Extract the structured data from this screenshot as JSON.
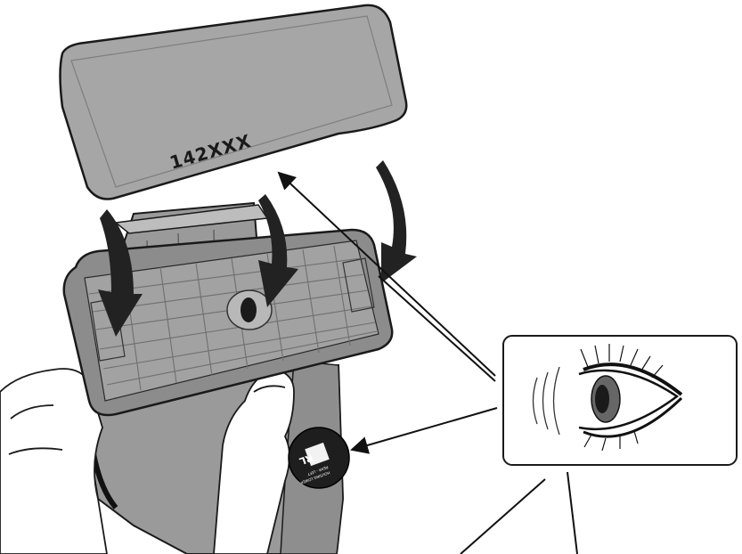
{
  "cover": {
    "part_number": "142XXX"
  },
  "sticker": {
    "big_label": "RL",
    "small_text_1": "REAR - LEFT",
    "small_text_2": "HOUSING LOWER"
  },
  "colors": {
    "cover_fill": "#a6a6a6",
    "tray_fill": "#8c8c8c",
    "tray_grid": "#6f6f6f",
    "arm_fill": "#9a9a9a",
    "sticker_fill": "#1e1e1e",
    "arrow_fill": "#222222",
    "outline": "#1a1a1a"
  }
}
